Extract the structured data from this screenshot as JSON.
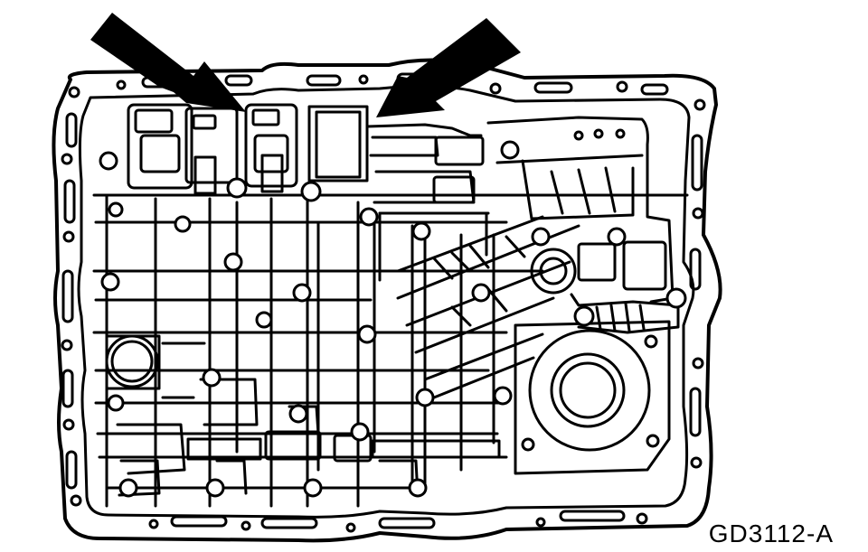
{
  "figure": {
    "code": "GD3112-A",
    "colors": {
      "ink": "#000000",
      "paper": "#ffffff"
    },
    "callouts": [
      {
        "name": "arrow-left",
        "icon": "arrow-pointer"
      },
      {
        "name": "arrow-right",
        "icon": "arrow-pointer"
      }
    ]
  }
}
